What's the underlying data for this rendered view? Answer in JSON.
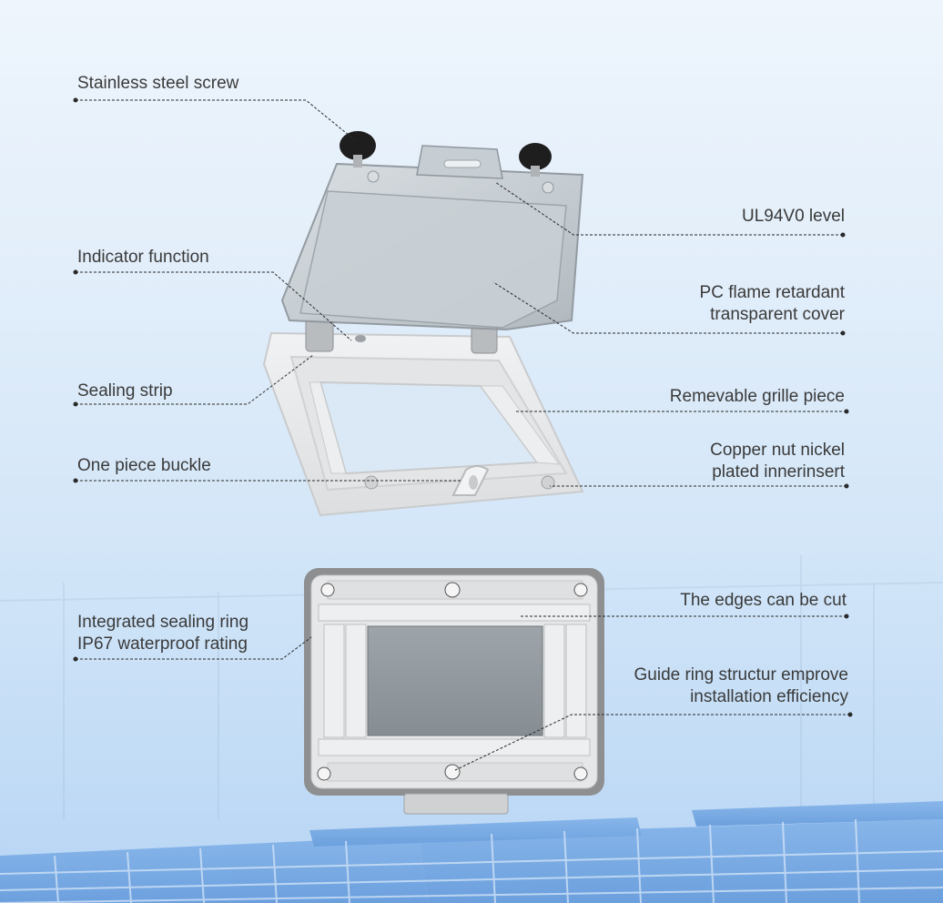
{
  "callouts": {
    "stainless_screw": "Stainless steel screw",
    "ul94v0": "UL94V0 level",
    "indicator": "Indicator function",
    "pc_cover_1": "PC flame retardant",
    "pc_cover_2": "transparent cover",
    "sealing_strip": "Sealing strip",
    "grille_piece": "Remevable grille piece",
    "buckle": "One piece buckle",
    "copper_nut_1": "Copper nut nickel",
    "copper_nut_2": "plated innerinsert",
    "sealing_ring_1": "Integrated sealing ring",
    "sealing_ring_2": "IP67 waterproof rating",
    "edges_cut": "The edges can be cut",
    "guide_ring_1": "Guide ring structur emprove",
    "guide_ring_2": "installation efficiency"
  },
  "colors": {
    "text": "#3a3a3a",
    "leader": "#2a2a2a",
    "housing": "#e9eaeb",
    "cover_tint": "#b9c2c8"
  }
}
